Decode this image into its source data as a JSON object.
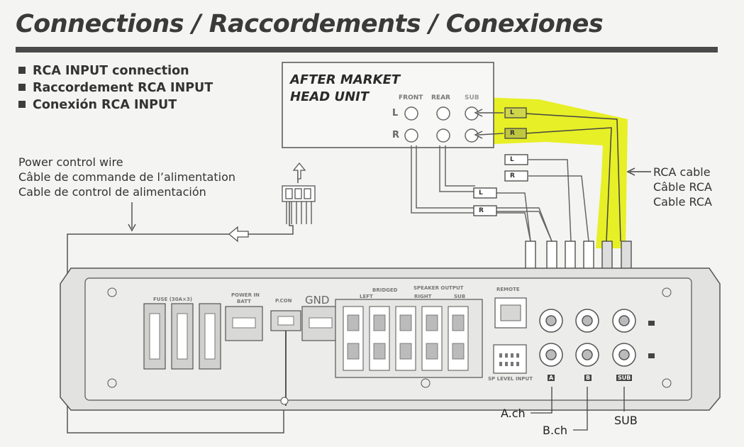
{
  "title": "Connections / Raccordements / Conexiones",
  "rca_input": [
    "RCA INPUT connection",
    "Raccordement RCA INPUT",
    "Conexión RCA INPUT"
  ],
  "power_control": [
    "Power control wire",
    "Câble de commande de l’alimentation",
    "Cable de control de alimentación"
  ],
  "rca_cable": [
    "RCA cable",
    "Câble RCA",
    "Cable RCA"
  ],
  "head_unit": {
    "line1": "AFTER MARKET",
    "line2": "HEAD UNIT"
  },
  "head_unit_jacks": {
    "front": "FRONT",
    "rear": "REAR",
    "sub": "SUB",
    "left": "L",
    "right": "R"
  },
  "plug_letters": {
    "left": "L",
    "right": "R"
  },
  "amp_panel": {
    "fuse": "FUSE (30A×3)",
    "power_in": "POWER IN",
    "batt": "BATT",
    "pcon": "P.CON",
    "gnd": "GND",
    "speaker_output": "SPEAKER OUTPUT",
    "bridged": "BRIDGED",
    "left": "LEFT",
    "right": "RIGHT",
    "sub": "SUB",
    "remote": "REMOTE",
    "sp_level_input": "SP LEVEL INPUT",
    "ch_a": "A",
    "ch_b": "B",
    "ch_sub": "SUB"
  },
  "channels": {
    "a": "A.ch",
    "b": "B.ch",
    "sub": "SUB"
  },
  "colors": {
    "highlight": "#e6ee10",
    "line": "#555555",
    "panel": "#dcdcdc"
  },
  "icons": [
    "power-connector-icon",
    "up-arrow-icon",
    "left-arrow-icon",
    "rca-plug-icon",
    "rca-jack-icon"
  ]
}
